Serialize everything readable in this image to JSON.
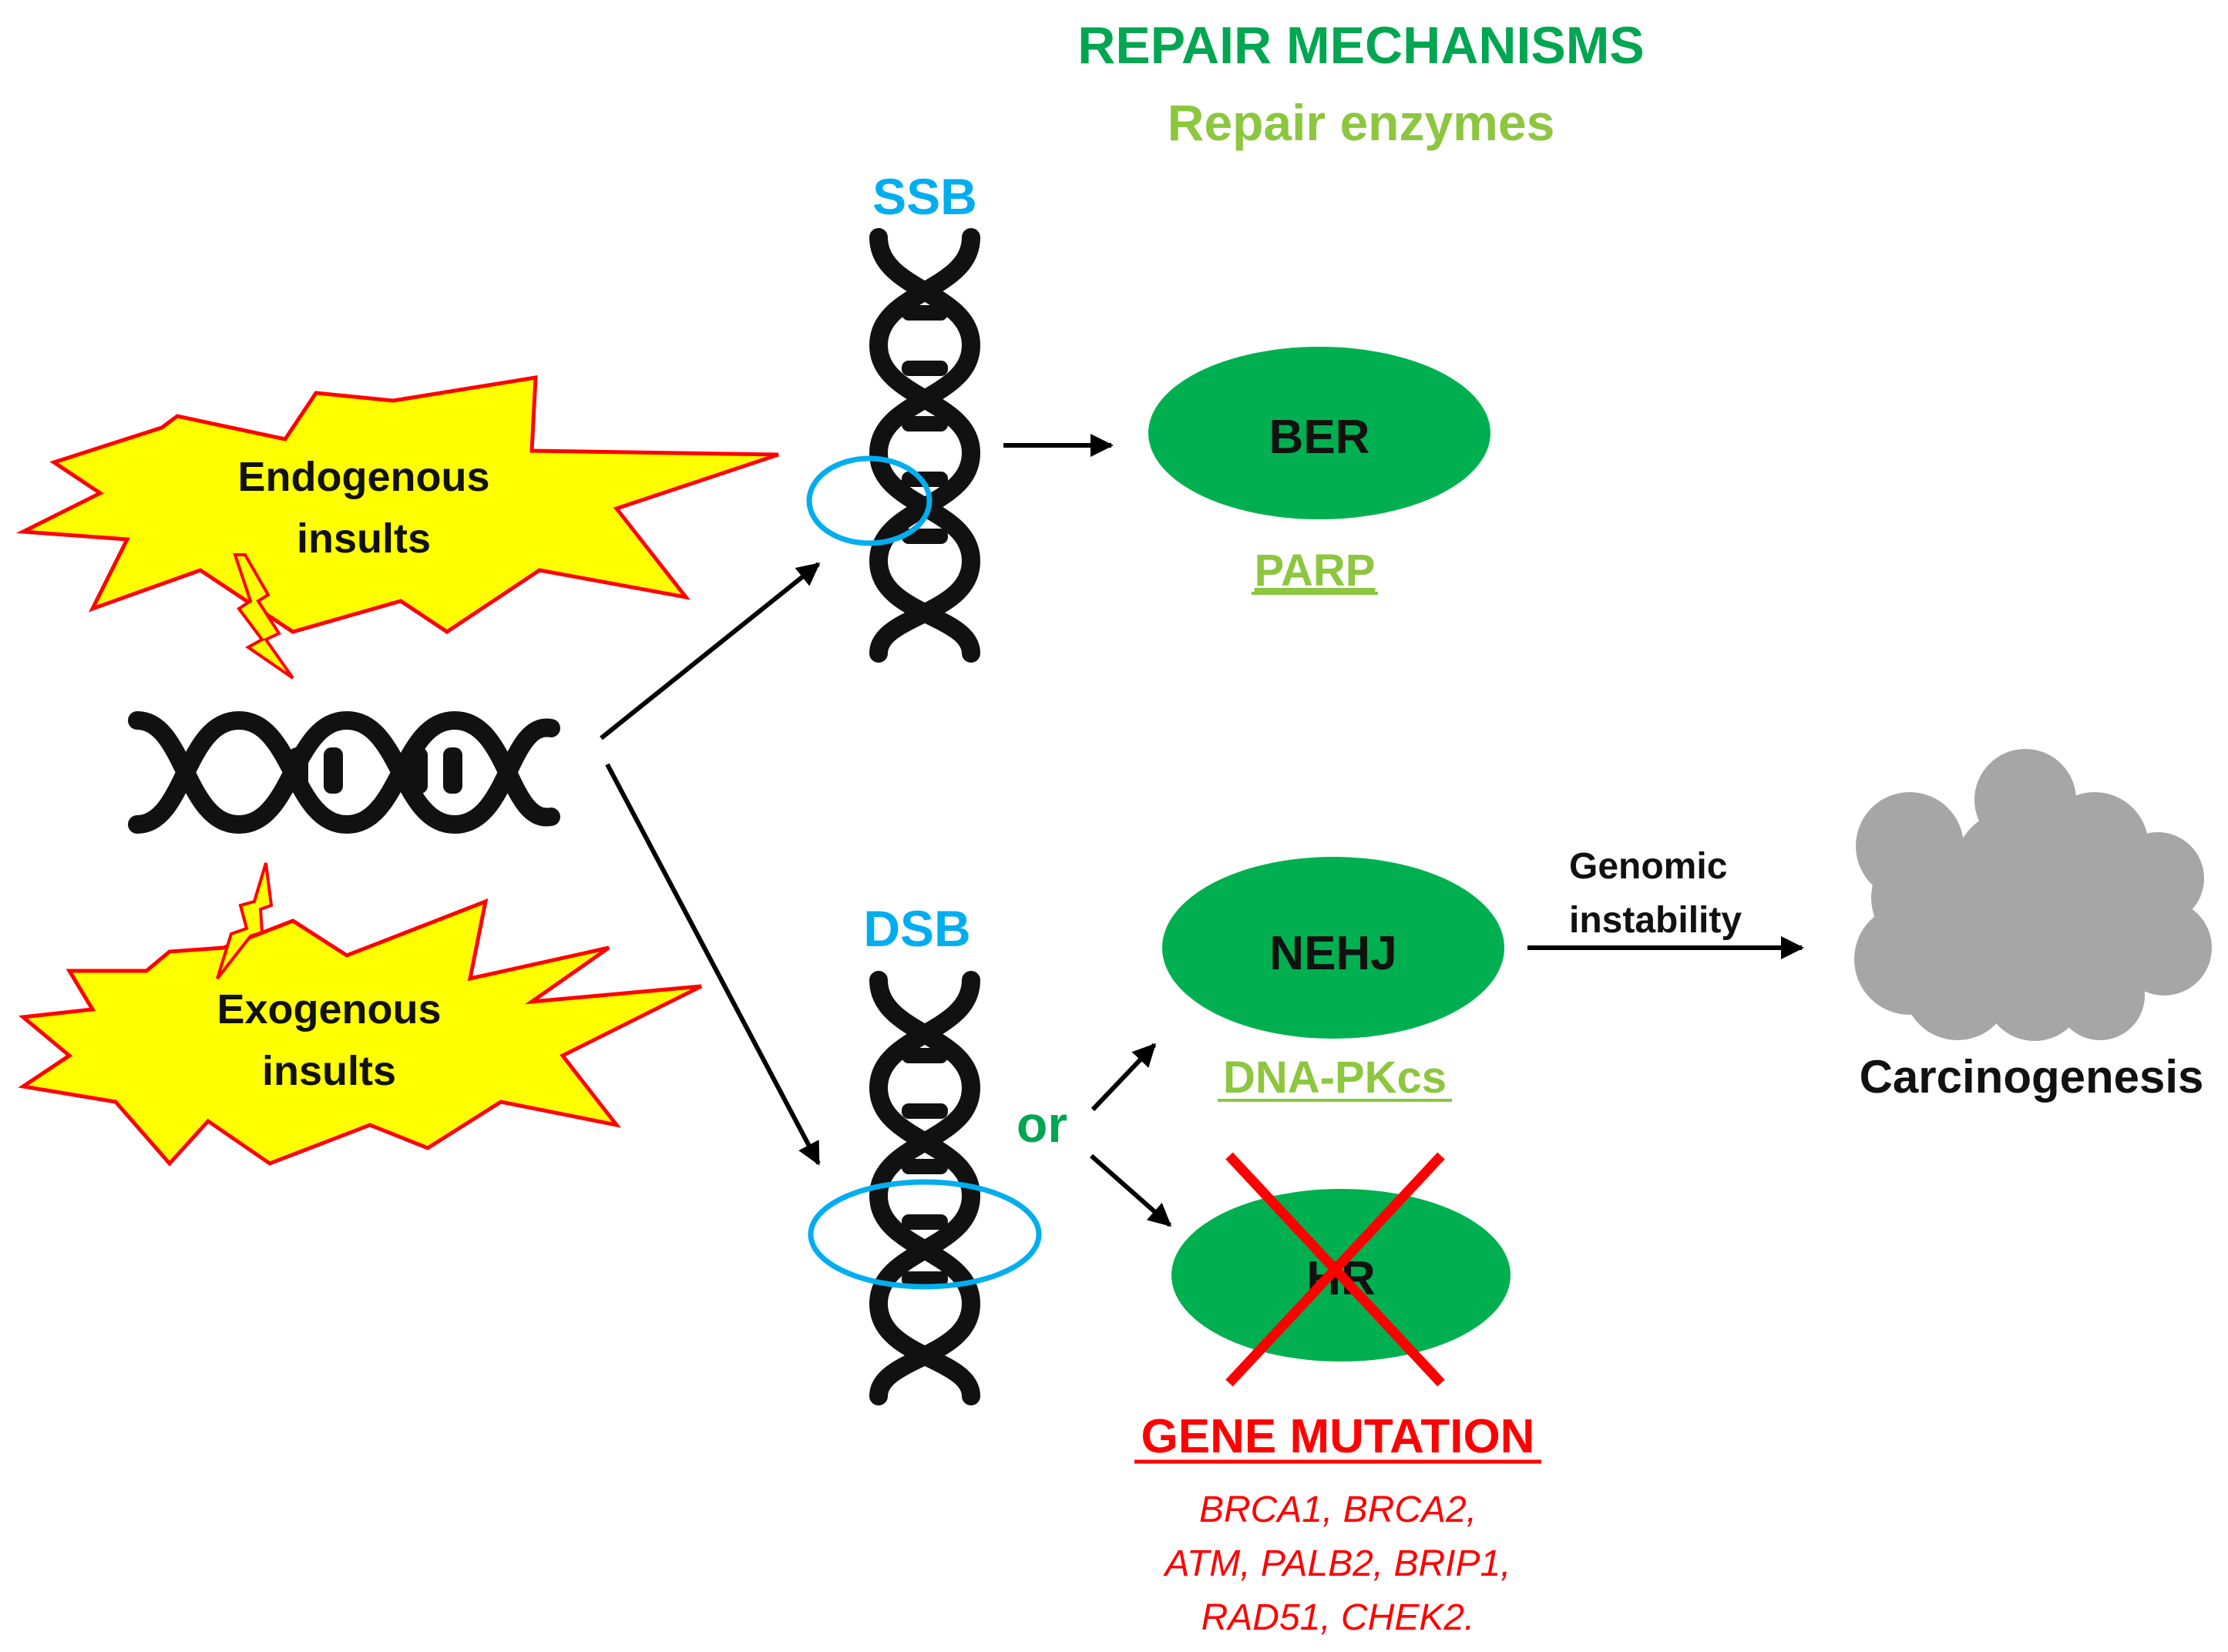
{
  "header": {
    "title": "REPAIR MECHANISMS",
    "subtitle": "Repair enzymes"
  },
  "insults": {
    "endogenous": [
      "Endogenous",
      "insults"
    ],
    "exogenous": [
      "Exogenous",
      "insults"
    ]
  },
  "breaks": {
    "ssb": "SSB",
    "dsb": "DSB",
    "or": "or"
  },
  "pathways": {
    "ber": "BER",
    "ber_enzyme": "PARP",
    "nehj": "NEHJ",
    "nehj_enzyme": "DNA-PKcs",
    "hr": "HR"
  },
  "mutation": {
    "title": "GENE MUTATION",
    "genes": [
      "BRCA1, BRCA2,",
      "ATM, PALB2, BRIP1,",
      "RAD51, CHEK2."
    ]
  },
  "outcome": {
    "arrow_label": [
      "Genomic",
      "instability"
    ],
    "label": "Carcinogenesis"
  },
  "colors": {
    "title_green": "#00a651",
    "subtitle_green": "#8dc63f",
    "break_blue": "#00aeef",
    "ellipse_green": "#00b050",
    "mutation_red": "#ff0000",
    "starburst_fill": "#ffff00",
    "starburst_stroke": "#ff0000",
    "tumor_gray": "#a6a6a6"
  }
}
